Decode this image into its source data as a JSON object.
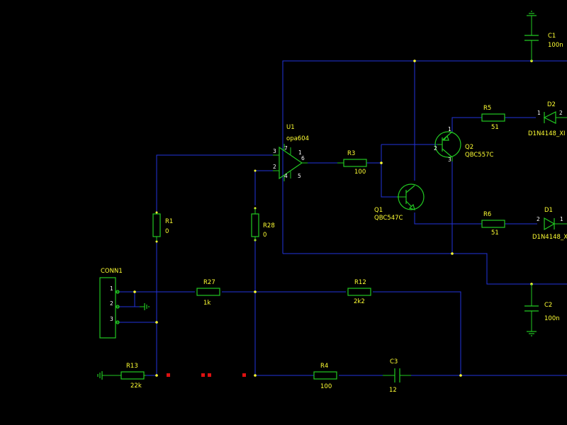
{
  "colors": {
    "background": "#000000",
    "wire": "#2233dd",
    "component": "#22c922",
    "label": "#ffff33",
    "pin_number": "#ffffff",
    "error_marker": "#dd1111"
  },
  "components": {
    "C1": {
      "ref": "C1",
      "value": "100n"
    },
    "C2": {
      "ref": "C2",
      "value": "100n"
    },
    "C3": {
      "ref": "C3",
      "value": "12"
    },
    "U1": {
      "ref": "U1",
      "value": "opa604",
      "pins": [
        "3",
        "2",
        "7",
        "4",
        "6",
        "1",
        "5"
      ]
    },
    "Q1": {
      "ref": "Q1",
      "value": "QBC547C"
    },
    "Q2": {
      "ref": "Q2",
      "value": "QBC557C",
      "pins": [
        "1",
        "2",
        "3"
      ]
    },
    "D1": {
      "ref": "D1",
      "value": "D1N4148_X",
      "pins": [
        "2",
        "1"
      ]
    },
    "D2": {
      "ref": "D2",
      "value": "D1N4148_XI",
      "pins": [
        "1",
        "2"
      ]
    },
    "R1": {
      "ref": "R1",
      "value": "0"
    },
    "R3": {
      "ref": "R3",
      "value": "100"
    },
    "R4": {
      "ref": "R4",
      "value": "100"
    },
    "R5": {
      "ref": "R5",
      "value": "51"
    },
    "R6": {
      "ref": "R6",
      "value": "51"
    },
    "R12": {
      "ref": "R12",
      "value": "2k2"
    },
    "R13": {
      "ref": "R13",
      "value": "22k"
    },
    "R27": {
      "ref": "R27",
      "value": "1k"
    },
    "R28": {
      "ref": "R28",
      "value": "0"
    },
    "CONN1": {
      "ref": "CONN1",
      "pins": [
        "1",
        "2",
        "3"
      ]
    }
  }
}
